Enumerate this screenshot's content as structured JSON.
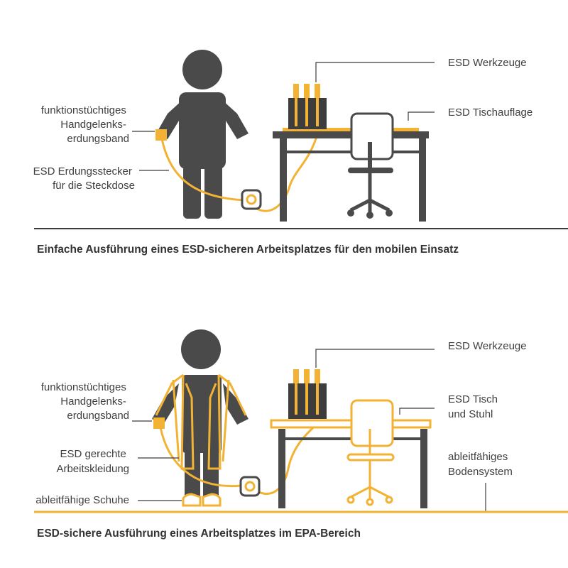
{
  "colors": {
    "dark": "#4a4a4a",
    "accent": "#f2b233",
    "line": "#3c3c3c",
    "text": "#3f3f3f"
  },
  "top": {
    "labels": {
      "wristband": [
        "funktionstüchtiges",
        "Handgelenks-",
        "erdungsband"
      ],
      "plug": [
        "ESD Erdungsstecker",
        "für die Steckdose"
      ],
      "tools": "ESD Werkzeuge",
      "mat": "ESD Tischauflage"
    },
    "caption": "Einfache Ausführung eines ESD-sicheren Arbeitsplatzes für den mobilen Einsatz"
  },
  "bottom": {
    "labels": {
      "wristband": [
        "funktionstüchtiges",
        "Handgelenks-",
        "erdungsband"
      ],
      "clothing": [
        "ESD gerechte",
        "Arbeitskleidung"
      ],
      "shoes": "ableitfähige Schuhe",
      "tools": "ESD Werkzeuge",
      "table": [
        "ESD Tisch",
        "und Stuhl"
      ],
      "floor": [
        "ableitfähiges",
        "Bodensystem"
      ]
    },
    "caption": "ESD-sichere Ausführung eines Arbeitsplatzes im EPA-Bereich"
  }
}
